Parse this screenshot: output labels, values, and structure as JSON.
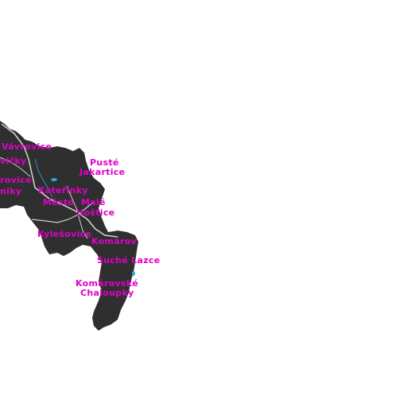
{
  "map": {
    "colors": {
      "background": "#ffffff",
      "land": "#2f2f2f",
      "roads": "#cfcfcf",
      "water": "#2ea8df",
      "label": "#e000c8"
    },
    "labels": {
      "vavrovice": "Vávrovice",
      "vicky": "vičky",
      "rovice": "rovice",
      "niky": "niky",
      "puste": "Pusté",
      "jakartice": "Jakartice",
      "katerinky": "Kateřinky",
      "mesto": "Město",
      "male": "Malé",
      "hostice": "Hoštice",
      "kylesovice": "Kylešovice",
      "komarov": "Komárov",
      "suche_lazce": "Suché Lazce",
      "komarovske": "Komárovské",
      "chaloupky": "Chaloupky"
    }
  }
}
